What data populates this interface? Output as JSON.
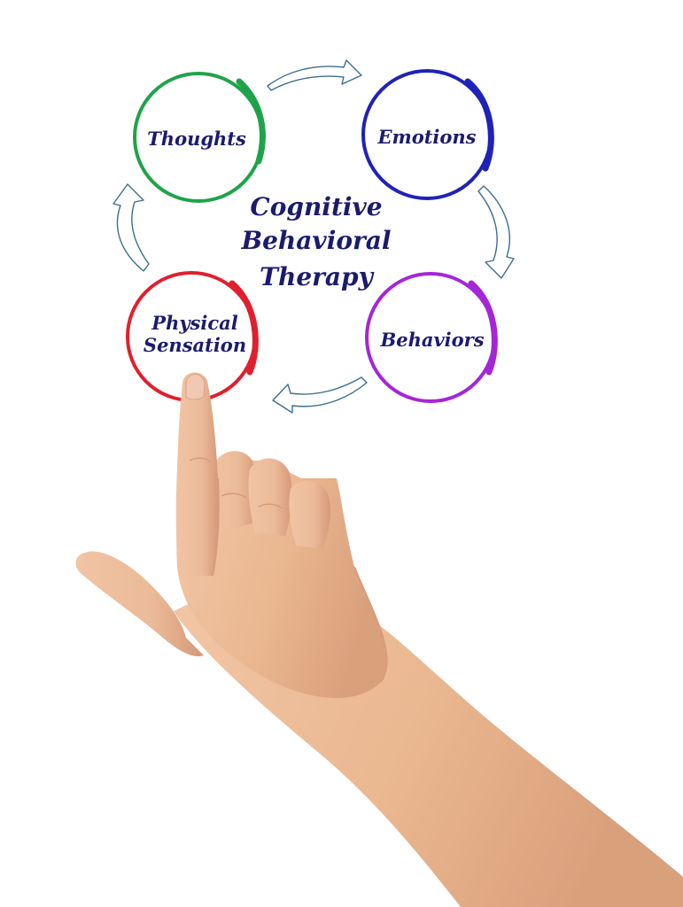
{
  "diagram": {
    "title_lines": [
      "Cognitive",
      "Behavioral",
      "Therapy"
    ],
    "nodes": [
      {
        "id": "thoughts",
        "lines": [
          "Thoughts"
        ],
        "color": "#1fa34a"
      },
      {
        "id": "emotions",
        "lines": [
          "Emotions"
        ],
        "color": "#1f22b8"
      },
      {
        "id": "behaviors",
        "lines": [
          "Behaviors"
        ],
        "color": "#a526d6"
      },
      {
        "id": "physical-sensation",
        "lines": [
          "Physical",
          "Sensation"
        ],
        "color": "#e0202e"
      }
    ],
    "text_color": "#1b1b6e",
    "arrow_color": "#3d6e8e",
    "arrows": [
      {
        "from": "thoughts",
        "to": "emotions"
      },
      {
        "from": "emotions",
        "to": "behaviors"
      },
      {
        "from": "behaviors",
        "to": "physical-sensation"
      },
      {
        "from": "physical-sensation",
        "to": "thoughts"
      }
    ]
  },
  "photo": {
    "skin_color": "#eebf9e",
    "skin_shadow": "#d69c7c",
    "nail_color": "#f2c7b4"
  }
}
